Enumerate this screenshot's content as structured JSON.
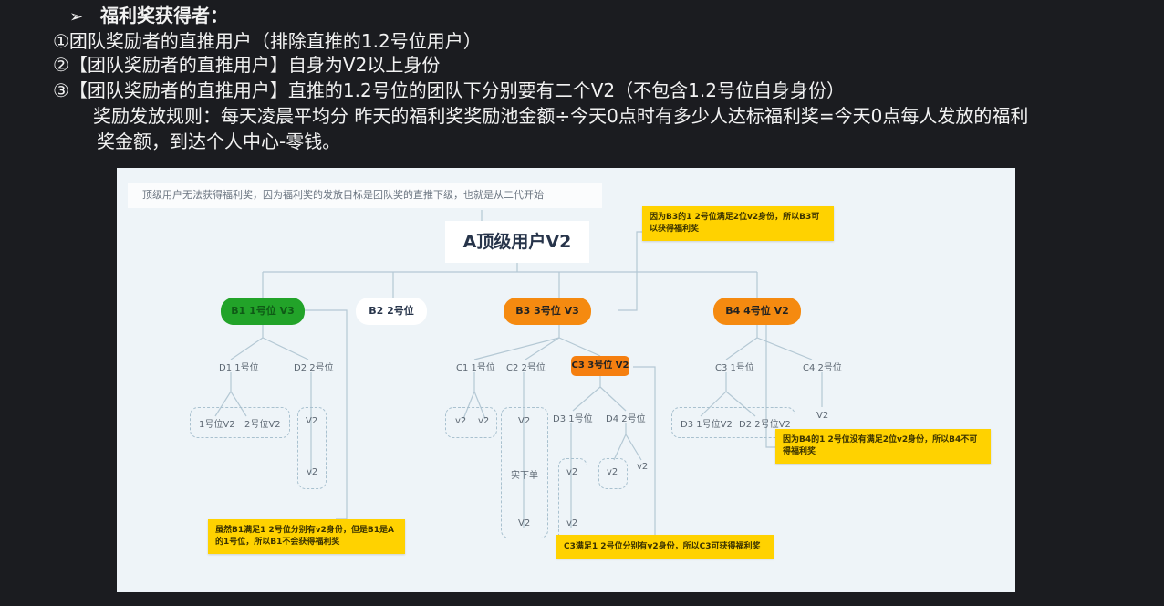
{
  "header": {
    "bullet_icon": "arrowhead-bullet",
    "title": "福利奖获得者：",
    "rule_1": "①团队奖励者的直推用户（排除直推的1.2号位用户）",
    "rule_2": "②【团队奖励者的直推用户】自身为V2以上身份",
    "rule_3": "③【团队奖励者的直推用户】直推的1.2号位的团队下分别要有二个V2（不包含1.2号位自身身份）",
    "payout_rule_1": "奖励发放规则：每天凌晨平均分  昨天的福利奖奖励池金额÷今天0点时有多少人达标福利奖=今天0点每人发放的福利",
    "payout_rule_2": "奖金额，到达个人中心-零钱。"
  },
  "diagram": {
    "top_note": "顶级用户无法获得福利奖，因为福利奖的发放目标是团队奖的直推下级，也就是从二代开始",
    "root": "A顶级用户V2",
    "b_nodes": [
      {
        "label": "B1 1号位 V3",
        "color": "#22a329"
      },
      {
        "label": "B2 2号位",
        "color": "#ffffff"
      },
      {
        "label": "B3 3号位 V3",
        "color": "#f58a10"
      },
      {
        "label": "B4 4号位 V2",
        "color": "#f58a10"
      }
    ],
    "b1": {
      "children": [
        "D1 1号位",
        "D2 2号位"
      ],
      "d1_group": [
        "1号位V2",
        "2号位V2"
      ],
      "d2_group": [
        "V2",
        "v2"
      ]
    },
    "b3": {
      "children": [
        "C1 1号位",
        "C2 2号位",
        "C3 3号位 V2"
      ],
      "c1_group": [
        "v2",
        "v2"
      ],
      "c2_group": [
        "V2",
        "实下单",
        "V2"
      ],
      "c3_children": [
        "D3 1号位",
        "D4 2号位"
      ],
      "d3_group": [
        "v2",
        "v2"
      ],
      "d4_group": [
        "v2"
      ],
      "d4_extra": "v2"
    },
    "b4": {
      "children": [
        "C3 1号位",
        "C4 2号位"
      ],
      "c3_group": [
        "D3 1号位V2",
        "D2 2号位V2"
      ],
      "c4_child": "V2"
    },
    "notes": {
      "b3_note": "因为B3的1 2号位满足2位v2身份，所以B3可以获得福利奖",
      "b1_note": "虽然B1满足1 2号位分别有v2身份，但是B1是A的1号位，所以B1不会获得福利奖",
      "c3_note": "C3满足1 2号位分别有v2身份，所以C3可获得福利奖",
      "b4_note": "因为B4的1 2号位没有满足2位v2身份，所以B4不可得福利奖"
    },
    "colors": {
      "green": "#22a329",
      "orange": "#f58a10",
      "yellow": "#ffd200",
      "canvas": "#eef4f8",
      "line": "#a9c1cf"
    }
  }
}
